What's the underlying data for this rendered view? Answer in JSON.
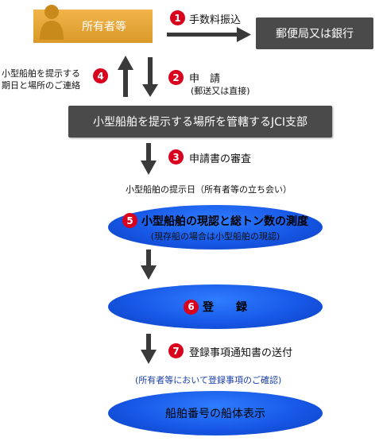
{
  "owner": {
    "label": "所有者等"
  },
  "bank": {
    "label": "郵便局又は銀行"
  },
  "jci": {
    "label": "小型船舶を提示する場所を管轄するJCI支部"
  },
  "step1": {
    "num": "1",
    "label": "手数料振込"
  },
  "step2": {
    "num": "2",
    "label": "申　請",
    "sub": "(郵送又は直接)"
  },
  "step3": {
    "num": "3",
    "label": "申請書の審査"
  },
  "step4": {
    "num": "4",
    "line1": "小型船舶を提示する",
    "line2": "期日と場所のご連絡"
  },
  "presentation_note": "小型船舶の提示日（所有者等の立ち会い）",
  "step5": {
    "num": "5",
    "label": "小型船舶の現認と総トン数の測度",
    "sub": "(現存船の場合は小型船舶の現認)"
  },
  "step6": {
    "num": "6",
    "label": "登　　録"
  },
  "step7": {
    "num": "7",
    "label": "登録事項通知書の送付"
  },
  "confirm_note": "(所有者等において登録事項のご確認)",
  "final": {
    "label": "船舶番号の船体表示"
  },
  "colors": {
    "accent_red": "#d9001e",
    "ellipse_blue": "#1758e6",
    "owner_orange": "#f2b44a",
    "box_dark": "#4a4a4a"
  }
}
